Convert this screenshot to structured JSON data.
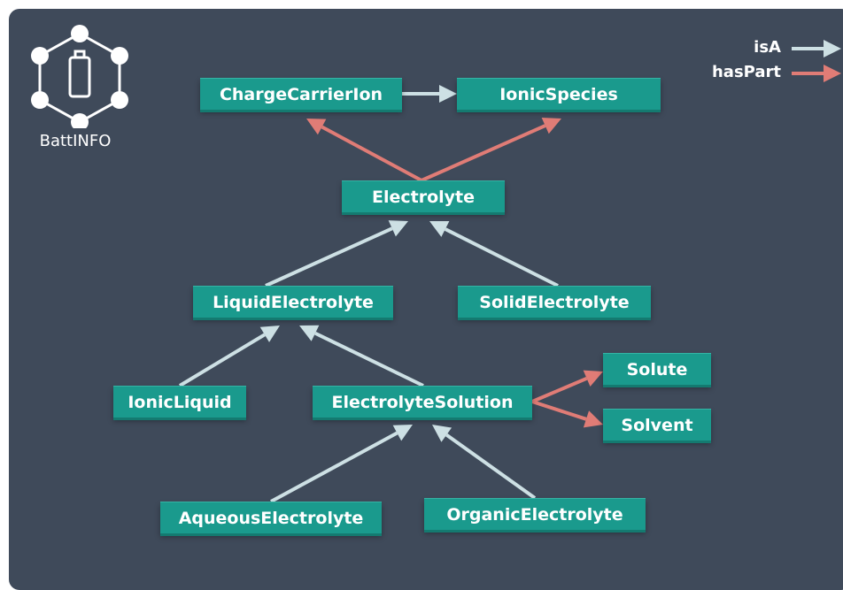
{
  "logo": {
    "text": "BattINFO"
  },
  "legend": {
    "isA_label": "isA",
    "hasPart_label": "hasPart"
  },
  "colors": {
    "background": "#3f4a5a",
    "node": "#1a9a8d",
    "isA": "#cde0e4",
    "hasPart": "#e07c76"
  },
  "nodes": {
    "charge_carrier_ion": "ChargeCarrierIon",
    "ionic_species": "IonicSpecies",
    "electrolyte": "Electrolyte",
    "liquid_electrolyte": "LiquidElectrolyte",
    "solid_electrolyte": "SolidElectrolyte",
    "ionic_liquid": "IonicLiquid",
    "electrolyte_solution": "ElectrolyteSolution",
    "solute": "Solute",
    "solvent": "Solvent",
    "aqueous_electrolyte": "AqueousElectrolyte",
    "organic_electrolyte": "OrganicElectrolyte"
  },
  "relations": [
    {
      "from": "charge_carrier_ion",
      "to": "ionic_species",
      "type": "isA"
    },
    {
      "from": "electrolyte",
      "to": "charge_carrier_ion",
      "type": "hasPart"
    },
    {
      "from": "electrolyte",
      "to": "ionic_species",
      "type": "hasPart"
    },
    {
      "from": "liquid_electrolyte",
      "to": "electrolyte",
      "type": "isA"
    },
    {
      "from": "solid_electrolyte",
      "to": "electrolyte",
      "type": "isA"
    },
    {
      "from": "ionic_liquid",
      "to": "liquid_electrolyte",
      "type": "isA"
    },
    {
      "from": "electrolyte_solution",
      "to": "liquid_electrolyte",
      "type": "isA"
    },
    {
      "from": "electrolyte_solution",
      "to": "solute",
      "type": "hasPart"
    },
    {
      "from": "electrolyte_solution",
      "to": "solvent",
      "type": "hasPart"
    },
    {
      "from": "aqueous_electrolyte",
      "to": "electrolyte_solution",
      "type": "isA"
    },
    {
      "from": "organic_electrolyte",
      "to": "electrolyte_solution",
      "type": "isA"
    }
  ]
}
